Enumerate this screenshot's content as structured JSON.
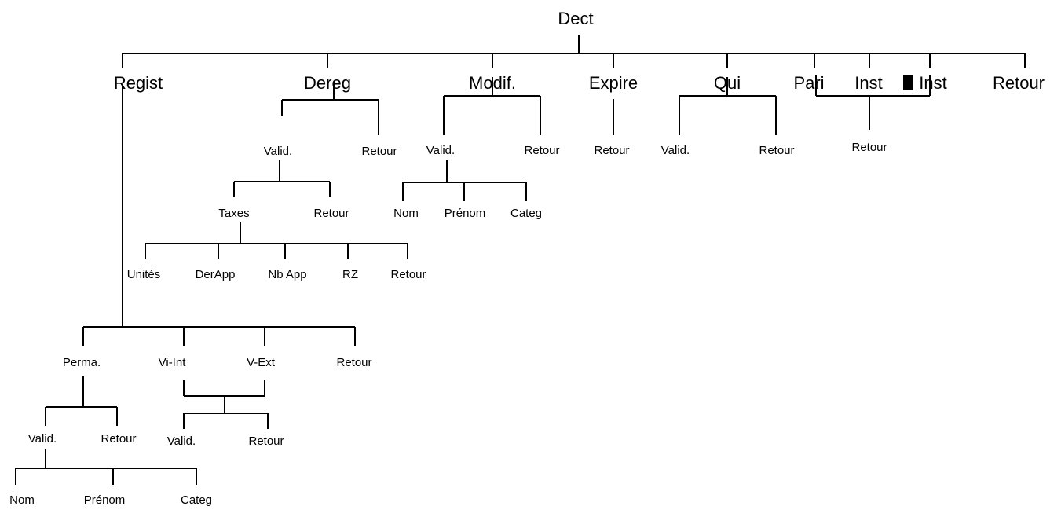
{
  "diagram": {
    "root": {
      "label": "Dect"
    },
    "menu": [
      {
        "id": "regist",
        "label": "Regist"
      },
      {
        "id": "dereg",
        "label": "Dereg"
      },
      {
        "id": "modif",
        "label": "Modif."
      },
      {
        "id": "expire",
        "label": "Expire"
      },
      {
        "id": "qui",
        "label": "Qui"
      },
      {
        "id": "pari",
        "label": "Pari"
      },
      {
        "id": "inst",
        "label": "Inst"
      },
      {
        "id": "inst2",
        "label": "Inst"
      },
      {
        "id": "retour",
        "label": "Retour"
      }
    ],
    "dereg": {
      "options": [
        "Valid.",
        "Retour"
      ],
      "valid": {
        "options": [
          "Taxes",
          "Retour"
        ],
        "taxes": [
          "Unités",
          "DerApp",
          "Nb App",
          "RZ",
          "Retour"
        ]
      }
    },
    "modif": {
      "options": [
        "Valid.",
        "Retour"
      ],
      "valid": [
        "Nom",
        "Prénom",
        "Categ"
      ]
    },
    "expire": {
      "options": [
        "Retour"
      ]
    },
    "qui": {
      "options": [
        "Valid.",
        "Retour"
      ]
    },
    "pari_inst": {
      "options": [
        "Retour"
      ]
    },
    "regist": {
      "options": [
        "Perma.",
        "Vi-Int",
        "V-Ext",
        "Retour"
      ],
      "perma": {
        "options": [
          "Valid.",
          "Retour"
        ],
        "valid": [
          "Nom",
          "Prénom",
          "Categ"
        ]
      },
      "visit": {
        "options": [
          "Valid.",
          "Retour"
        ]
      }
    }
  }
}
